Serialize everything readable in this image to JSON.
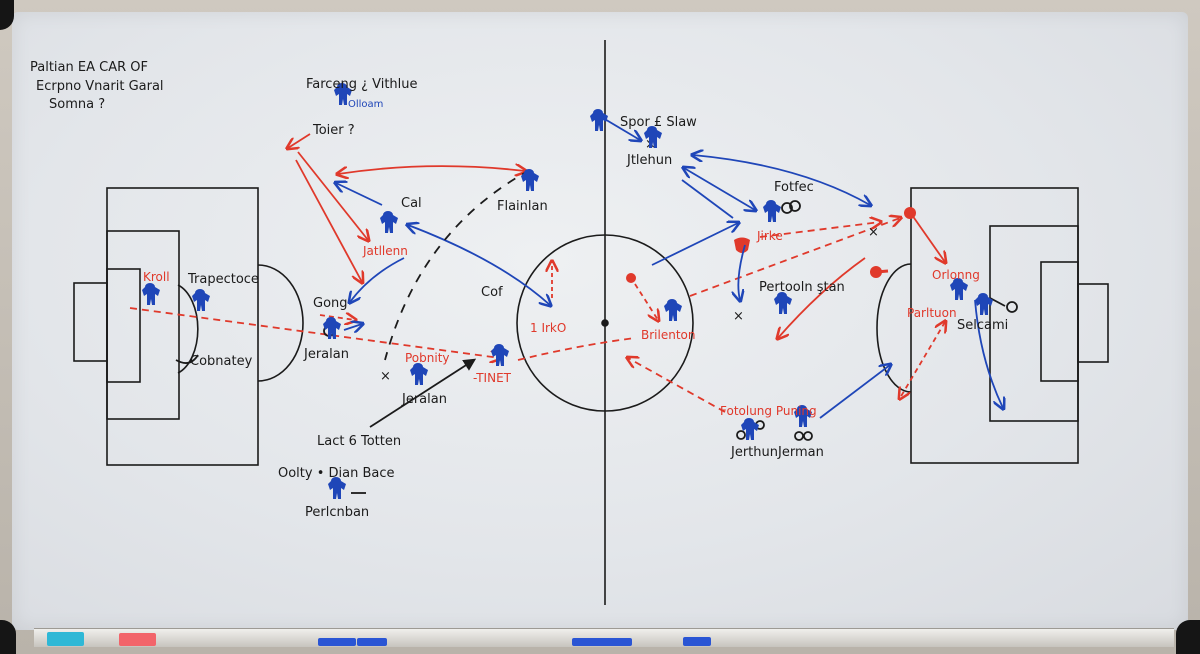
{
  "board": {
    "title_lines": [
      "Paltian EA CAR OF",
      "Ecrpno Vnarit Garal",
      "Somna ?"
    ],
    "colors": {
      "ink_black": "#1b1b1b",
      "ink_red": "#e0392b",
      "ink_blue": "#1f46b8",
      "board": "#e6e8eb",
      "frame": "#c9c3ba"
    }
  },
  "labels": {
    "top_left_group": "Farceng ¿ Vithlue",
    "top_left_blue": "Olloam",
    "toier": "Toier ?",
    "cal": "Cal",
    "flainlan": "Flainlan",
    "jatllenn": "Jatllenn",
    "kroll": "Kroll",
    "trapectoce": "Trapectoce",
    "cobnatey": "Cobnatey",
    "gong": "Gong",
    "jeralan_left": "Jeralan",
    "cof": "Cof",
    "pobnity": "Pobnity",
    "jeralan_mid": "Jeralan",
    "tinet": "-TINET",
    "lact_totten": "Lact 6 Totten",
    "oolty_dian": "Oolty • Dian Bace",
    "perlenban": "Perlcnban",
    "tirko": "1 IrkO",
    "brilenton": "Brilenton",
    "spor_slaw": "Spor £ Slaw",
    "jtlehun": "Jtlehun",
    "fotfec": "Fotfec",
    "jirke": "Jirke",
    "pertoln_stan": "Pertooln ştan",
    "orlonng": "Orlonng",
    "parltuon": "Parltuon",
    "selcami": "Selcami",
    "fotolung_puning": "Fotolung Puning",
    "jerthun": "Jerthun",
    "jerman": "Jerman"
  },
  "tray": {
    "items": [
      "cyan eraser",
      "red eraser",
      "blue marker",
      "blue marker",
      "blue marker set",
      "blue marker"
    ]
  }
}
